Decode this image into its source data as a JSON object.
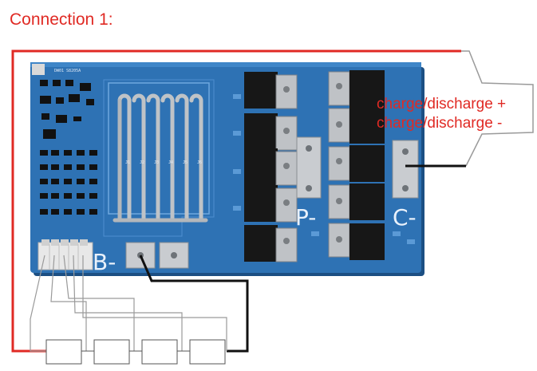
{
  "title": "Connection 1:",
  "labels": {
    "charge_plus": "charge/discharge +",
    "charge_minus": "charge/discharge -",
    "b_minus": "B-",
    "p_minus": "P-",
    "c_minus": "C-"
  },
  "pcb_silkscreen": {
    "ic_label": "DW01 S8205A",
    "shunts": [
      "J1",
      "J2",
      "J3",
      "J4",
      "J5",
      "J6"
    ]
  },
  "colors": {
    "title_text": "#e02a24",
    "positive_wire": "#e02a24",
    "negative_wire": "#111111",
    "balance_wire": "#9a9a9a",
    "pcb": "#2e72b4",
    "pad": "#c9ccd0"
  },
  "cells": {
    "count": 4
  },
  "balance_connector": {
    "pins": 5
  },
  "mosfets": {
    "left_column": 5,
    "right_column": 5
  }
}
